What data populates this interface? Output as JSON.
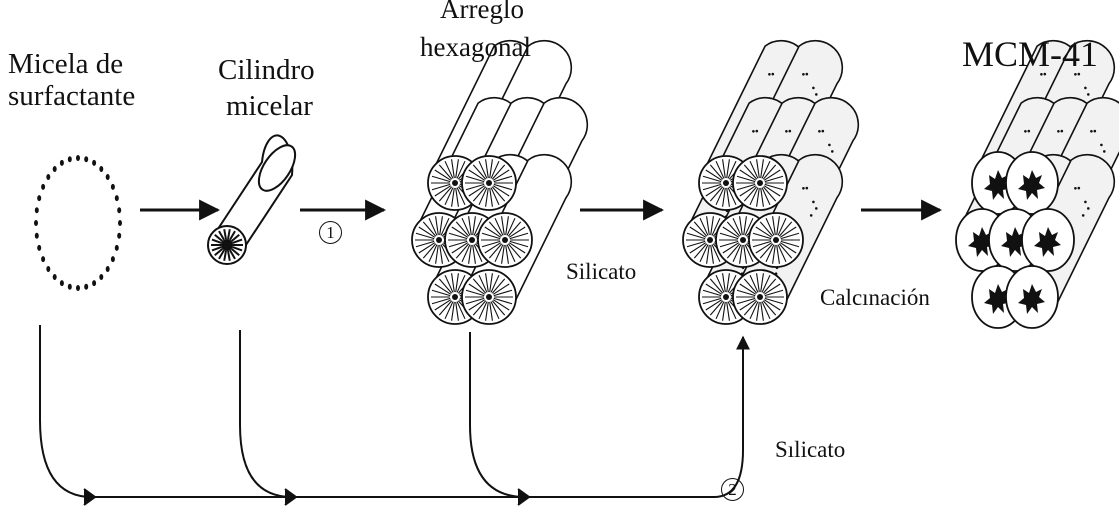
{
  "labels": {
    "micela_line1": "Micela de",
    "micela_line2": "surfactante",
    "cilindro_line1": "Cilindro",
    "cilindro_line2": "micelar",
    "arreglo_line1": "Arreglo",
    "arreglo_line2": "hexagonal",
    "mcm": "MCM-41",
    "silicato_top": "Silicato",
    "calcinacion": "Calcınación",
    "silicato_bottom": "Sılicato"
  },
  "route_numbers": {
    "route1": "1",
    "route2": "2"
  },
  "colors": {
    "ink": "#111111",
    "paper": "#ffffff"
  }
}
